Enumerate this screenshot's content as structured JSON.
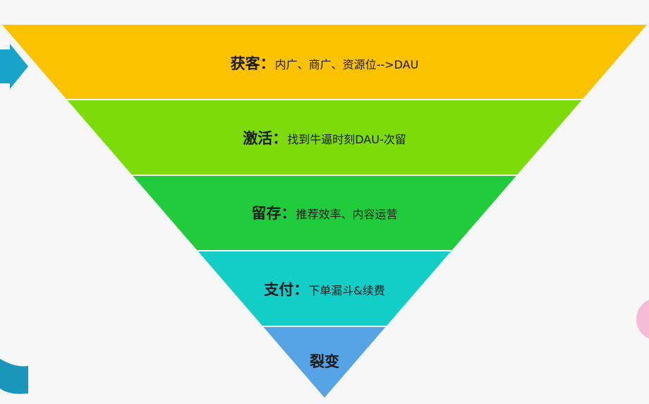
{
  "funnel": {
    "layers": [
      {
        "title": "获客",
        "separator": "：",
        "desc": "内广、商广、资源位-->DAU",
        "color": "#fbc200"
      },
      {
        "title": "激活",
        "separator": "：",
        "desc": "找到牛逼时刻DAU-次留",
        "color": "#7ddb0a"
      },
      {
        "title": "留存",
        "separator": "：",
        "desc": "推荐效率、内容运营",
        "color": "#21cc3c"
      },
      {
        "title": "支付",
        "separator": "：",
        "desc": "下单漏斗&续费",
        "color": "#13cdc7"
      },
      {
        "title": "裂变",
        "separator": "",
        "desc": "",
        "color": "#56a4e5"
      }
    ]
  },
  "decor": {
    "arrow_color": "#18a3c9",
    "curve_color": "#1b95ba",
    "circle_color": "#f6bcd7",
    "divider_color": "#ffffff"
  }
}
